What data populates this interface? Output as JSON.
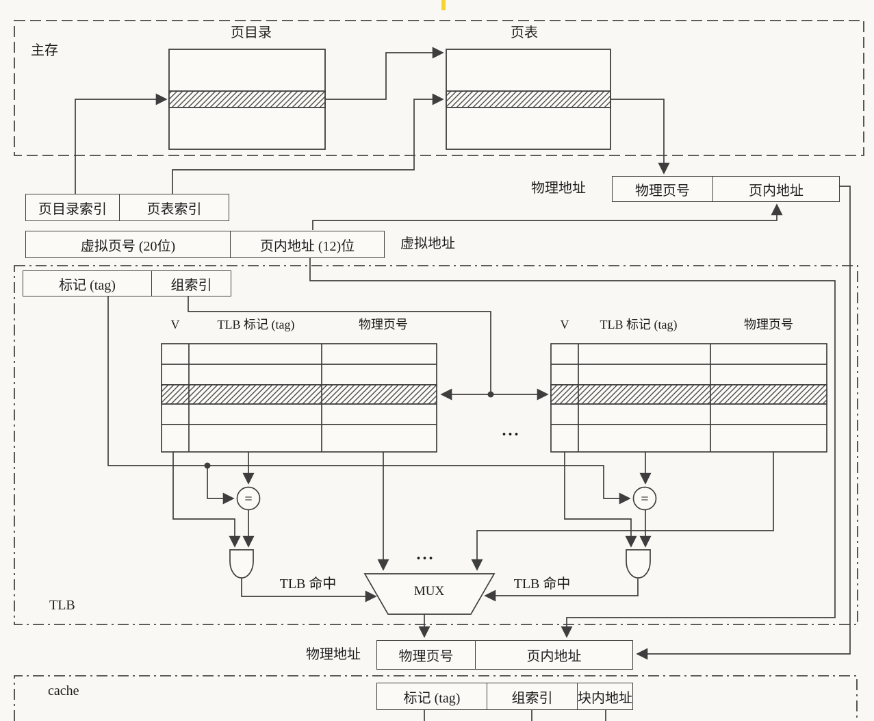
{
  "figure_labels": {
    "main_memory": "主存",
    "page_directory": "页目录",
    "page_table": "页表",
    "physical_address_top": "物理地址",
    "virtual_address": "虚拟地址",
    "tlb_region": "TLB",
    "cache_region": "cache",
    "physical_address_bottom": "物理地址",
    "tlb_hit_left": "TLB 命中",
    "tlb_hit_right": "TLB 命中",
    "mux": "MUX",
    "comparator": "=",
    "ellipsis_tables": "...",
    "ellipsis_mux": "..."
  },
  "address_boxes": {
    "page_index": {
      "cells": [
        "页目录索引",
        "页表索引"
      ]
    },
    "virtual": {
      "cells": [
        "虚拟页号 (20位)",
        "页内地址 (12)位"
      ]
    },
    "tlb_lookup": {
      "cells": [
        "标记 (tag)",
        "组索引"
      ]
    },
    "physical_top": {
      "cells": [
        "物理页号",
        "页内地址"
      ]
    },
    "physical_bottom": {
      "cells": [
        "物理页号",
        "页内地址"
      ]
    },
    "cache": {
      "cells": [
        "标记 (tag)",
        "组索引",
        "块内地址"
      ]
    }
  },
  "tlb_tables": {
    "headers": [
      "V",
      "TLB 标记 (tag)",
      "物理页号"
    ],
    "rows": 5,
    "highlighted_row_index": 2
  }
}
